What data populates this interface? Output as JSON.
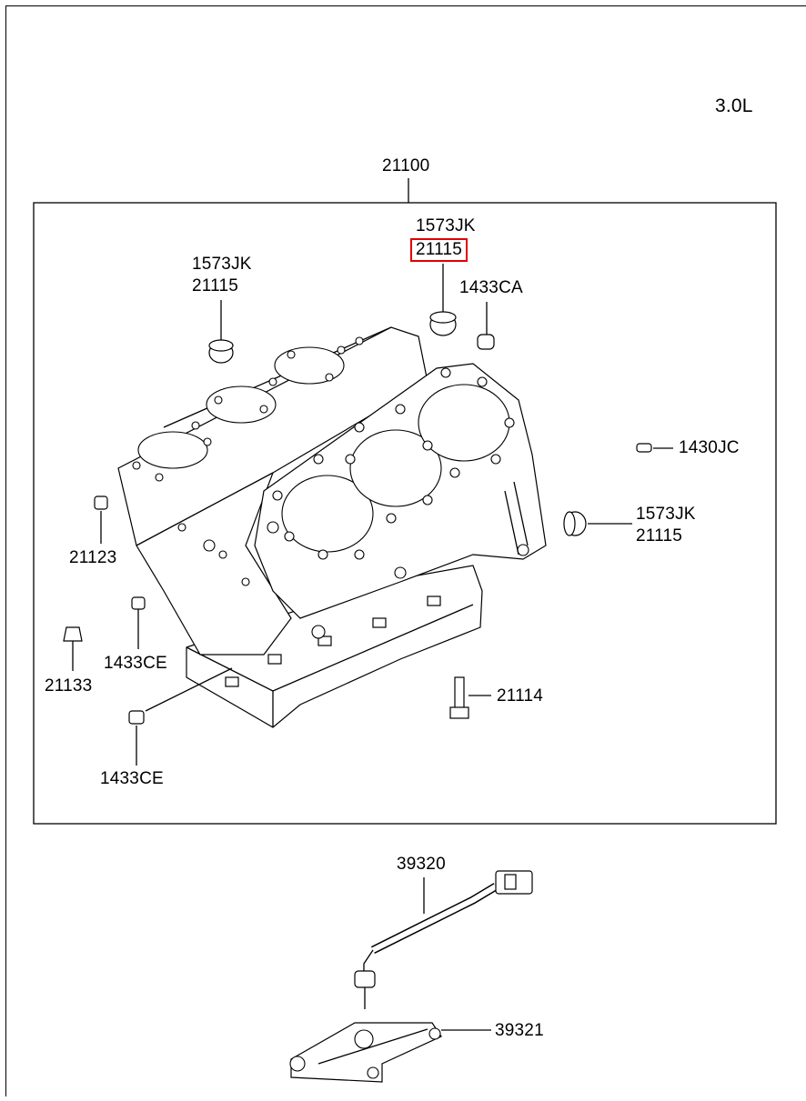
{
  "engine_label": "3.0L",
  "assembly": {
    "part_no": "21100"
  },
  "parts": {
    "top_center_code": "1573JK",
    "top_center_part": "21115",
    "top_left_code": "1573JK",
    "top_left_part": "21115",
    "right_code": "1573JK",
    "right_part": "21115",
    "p1433CA": "1433CA",
    "p1430JC": "1430JC",
    "p21123": "21123",
    "p1433CE_a": "1433CE",
    "p21133": "21133",
    "p1433CE_b": "1433CE",
    "p21114": "21114",
    "p39320": "39320",
    "p39321": "39321"
  },
  "highlight_color": "#e00000"
}
